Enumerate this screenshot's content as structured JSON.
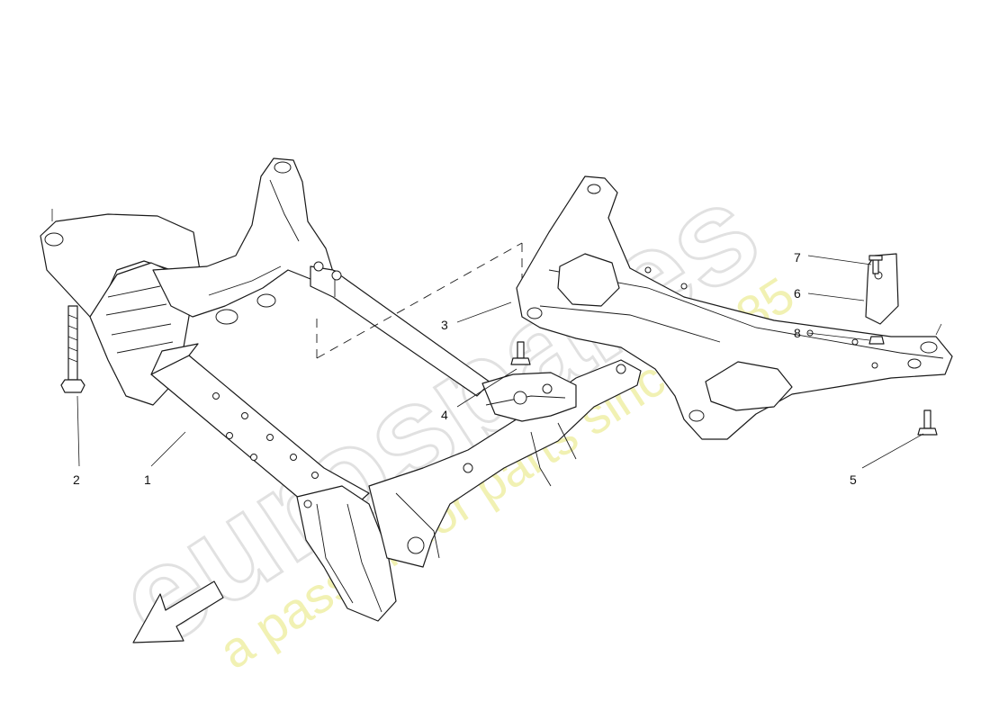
{
  "diagram": {
    "callouts": [
      "1",
      "2",
      "3",
      "4",
      "5",
      "6",
      "7",
      "8"
    ]
  },
  "watermark": {
    "brand": "eurospares",
    "tagline": "a passion for parts since 1985",
    "brand_color": "#d8d8d8",
    "tagline_color": "#eded9a"
  },
  "icons": {
    "direction_arrow": "front-direction-arrow-icon"
  }
}
